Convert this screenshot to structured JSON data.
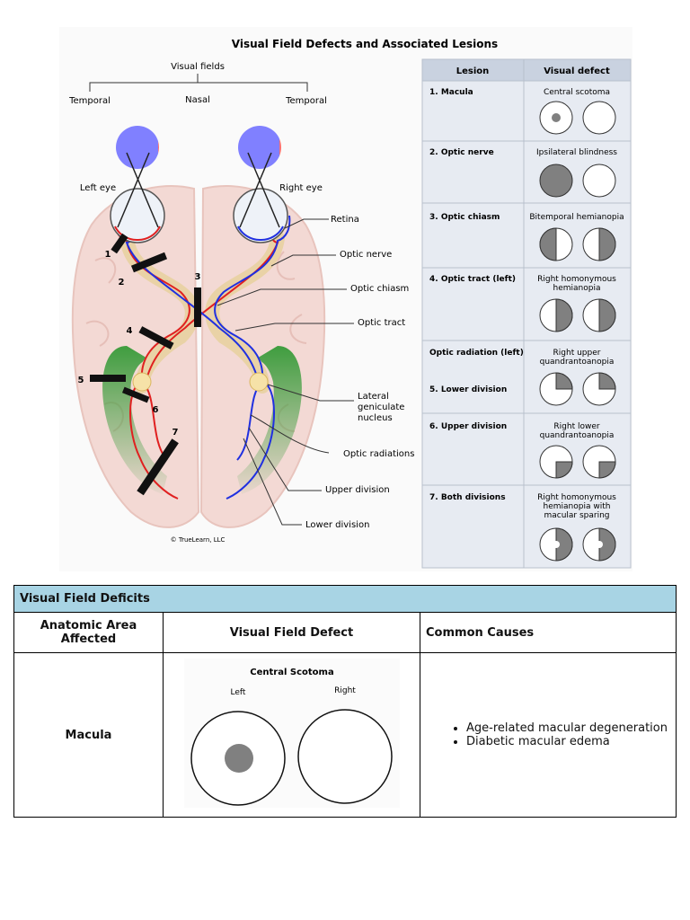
{
  "figure": {
    "title": "Visual Field Defects and Associated Lesions",
    "visual_fields_label": "Visual fields",
    "temporal_left": "Temporal",
    "nasal": "Nasal",
    "temporal_right": "Temporal",
    "left_eye": "Left eye",
    "right_eye": "Right eye",
    "callouts": {
      "retina": "Retina",
      "optic_nerve": "Optic nerve",
      "optic_chiasm": "Optic chiasm",
      "optic_tract": "Optic tract",
      "lgn_1": "Lateral",
      "lgn_2": "geniculate",
      "lgn_3": "nucleus",
      "optic_radiations": "Optic radiations",
      "upper_division": "Upper division",
      "lower_division": "Lower division"
    },
    "lesion_numbers": [
      "1",
      "2",
      "3",
      "4",
      "5",
      "6",
      "7"
    ],
    "copyright": "© TrueLearn, LLC",
    "lesion_table": {
      "header_lesion": "Lesion",
      "header_defect": "Visual defect",
      "rows": [
        {
          "lesion": "1. Macula",
          "defect_lines": [
            "Central scotoma"
          ],
          "pattern": "central-scotoma"
        },
        {
          "lesion": "2. Optic nerve",
          "defect_lines": [
            "Ipsilateral blindness"
          ],
          "pattern": "ipsilateral-blindness"
        },
        {
          "lesion": "3. Optic chiasm",
          "defect_lines": [
            "Bitemporal hemianopia"
          ],
          "pattern": "bitemporal-hemianopia"
        },
        {
          "lesion": "4. Optic tract (left)",
          "defect_lines": [
            "Right homonymous",
            "hemianopia"
          ],
          "pattern": "right-homonymous-hemianopia"
        },
        {
          "lesion": "Optic radiation (left)",
          "lesion_2": "5. Lower division",
          "defect_lines": [
            "Right upper",
            "quandrantoanopia"
          ],
          "pattern": "right-upper-quadrantanopia"
        },
        {
          "lesion": "6. Upper division",
          "defect_lines": [
            "Right lower",
            "quandrantoanopia"
          ],
          "pattern": "right-lower-quadrantanopia"
        },
        {
          "lesion": "7. Both divisions",
          "defect_lines": [
            "Right homonymous",
            "hemianopia with",
            "macular sparing"
          ],
          "pattern": "macular-sparing"
        }
      ]
    }
  },
  "deficits_table": {
    "caption": "Visual Field Deficits",
    "headers": {
      "area_1": "Anatomic Area",
      "area_2": "Affected",
      "defect": "Visual Field Defect",
      "causes": "Common Causes"
    },
    "row": {
      "area": "Macula",
      "defect_title": "Central Scotoma",
      "left_label": "Left",
      "right_label": "Right",
      "causes": [
        "Age-related macular degeneration",
        "Diabetic macular edema"
      ]
    }
  },
  "colors": {
    "left_field": "#8080ff",
    "right_field": "#ff7070",
    "pathway_red": "#e02020",
    "pathway_blue": "#2030e0",
    "radiation_green": "#4ba84b",
    "defect_gray": "#808080",
    "table_header_blue": "#a8d4e4"
  }
}
